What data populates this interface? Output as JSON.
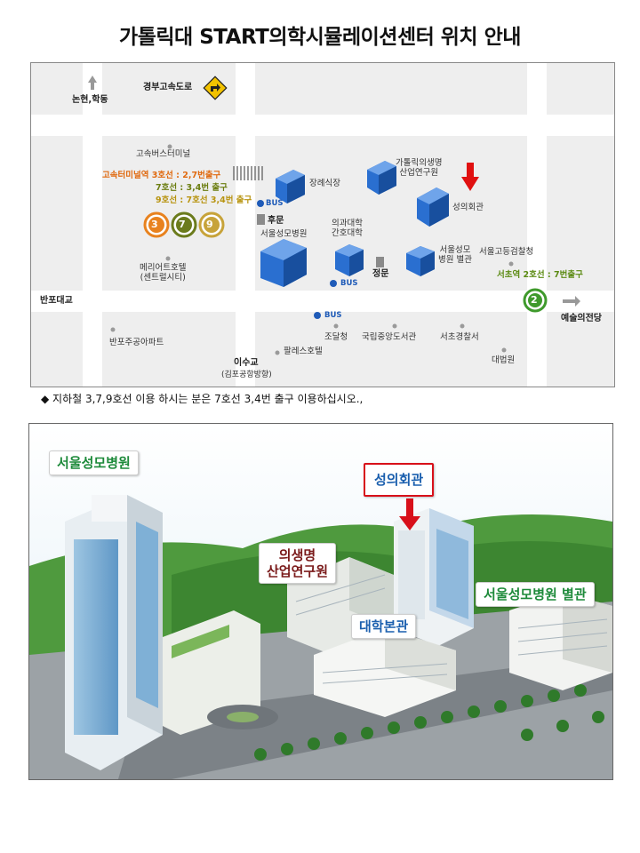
{
  "title": "가톨릭대 START의학시뮬레이션센터 위치 안내",
  "map": {
    "north_top": "논현,학동",
    "expressway": "경부고속도로",
    "bridge": "반포대교",
    "east_right": "예술의전당",
    "bottom_road": "이수교",
    "bottom_road_sub": "(김포공항방향)",
    "bus": "BUS",
    "places": {
      "bus_terminal": "고속버스터미널",
      "funeral_hall": "장례식장",
      "catholic_research": "가톨릭의생명\n산업연구원",
      "seongui_hall": "성의회관",
      "back_gate": "후문",
      "seoul_st_mary": "서울성모병원",
      "med_nursing": "의과대학\n간호대학",
      "main_gate": "정문",
      "annex": "서울성모\n병원 별관",
      "prosecutors": "서울고등검찰청",
      "marriott": "메리어트호텔\n(센트럴시티)",
      "banpo_apt": "반포주공아파트",
      "palace_hotel": "팔레스호텔",
      "procurement": "조달청",
      "central_library": "국립중앙도서관",
      "seocho_police": "서초경찰서",
      "supreme_court": "대법원"
    },
    "subway_info": {
      "line_3": "고속터미널역 3호선 : 2,7번출구",
      "line_7": "7호선 : 3,4번 출구",
      "line_9": "9호선 : 7호선 3,4번 출구",
      "seocho_line2": "서초역 2호선 : 7번출구"
    },
    "line_badges": [
      "3",
      "7",
      "9",
      "2"
    ],
    "colors": {
      "line3": "#e8821e",
      "line7": "#6b7b1c",
      "line9": "#c7a33a",
      "line2": "#3f9a2c",
      "building": "#2a6fd0",
      "marker": "#e01010"
    }
  },
  "note": "◆ 지하철 3,7,9호선 이용 하시는 분은 7호선 3,4번 출구 이용하십시오.,",
  "photo": {
    "labels": {
      "hospital": "서울성모병원",
      "seongui": "성의회관",
      "research": "의생명\n산업연구원",
      "annex": "서울성모병원 별관",
      "main_hall": "대학본관"
    }
  }
}
